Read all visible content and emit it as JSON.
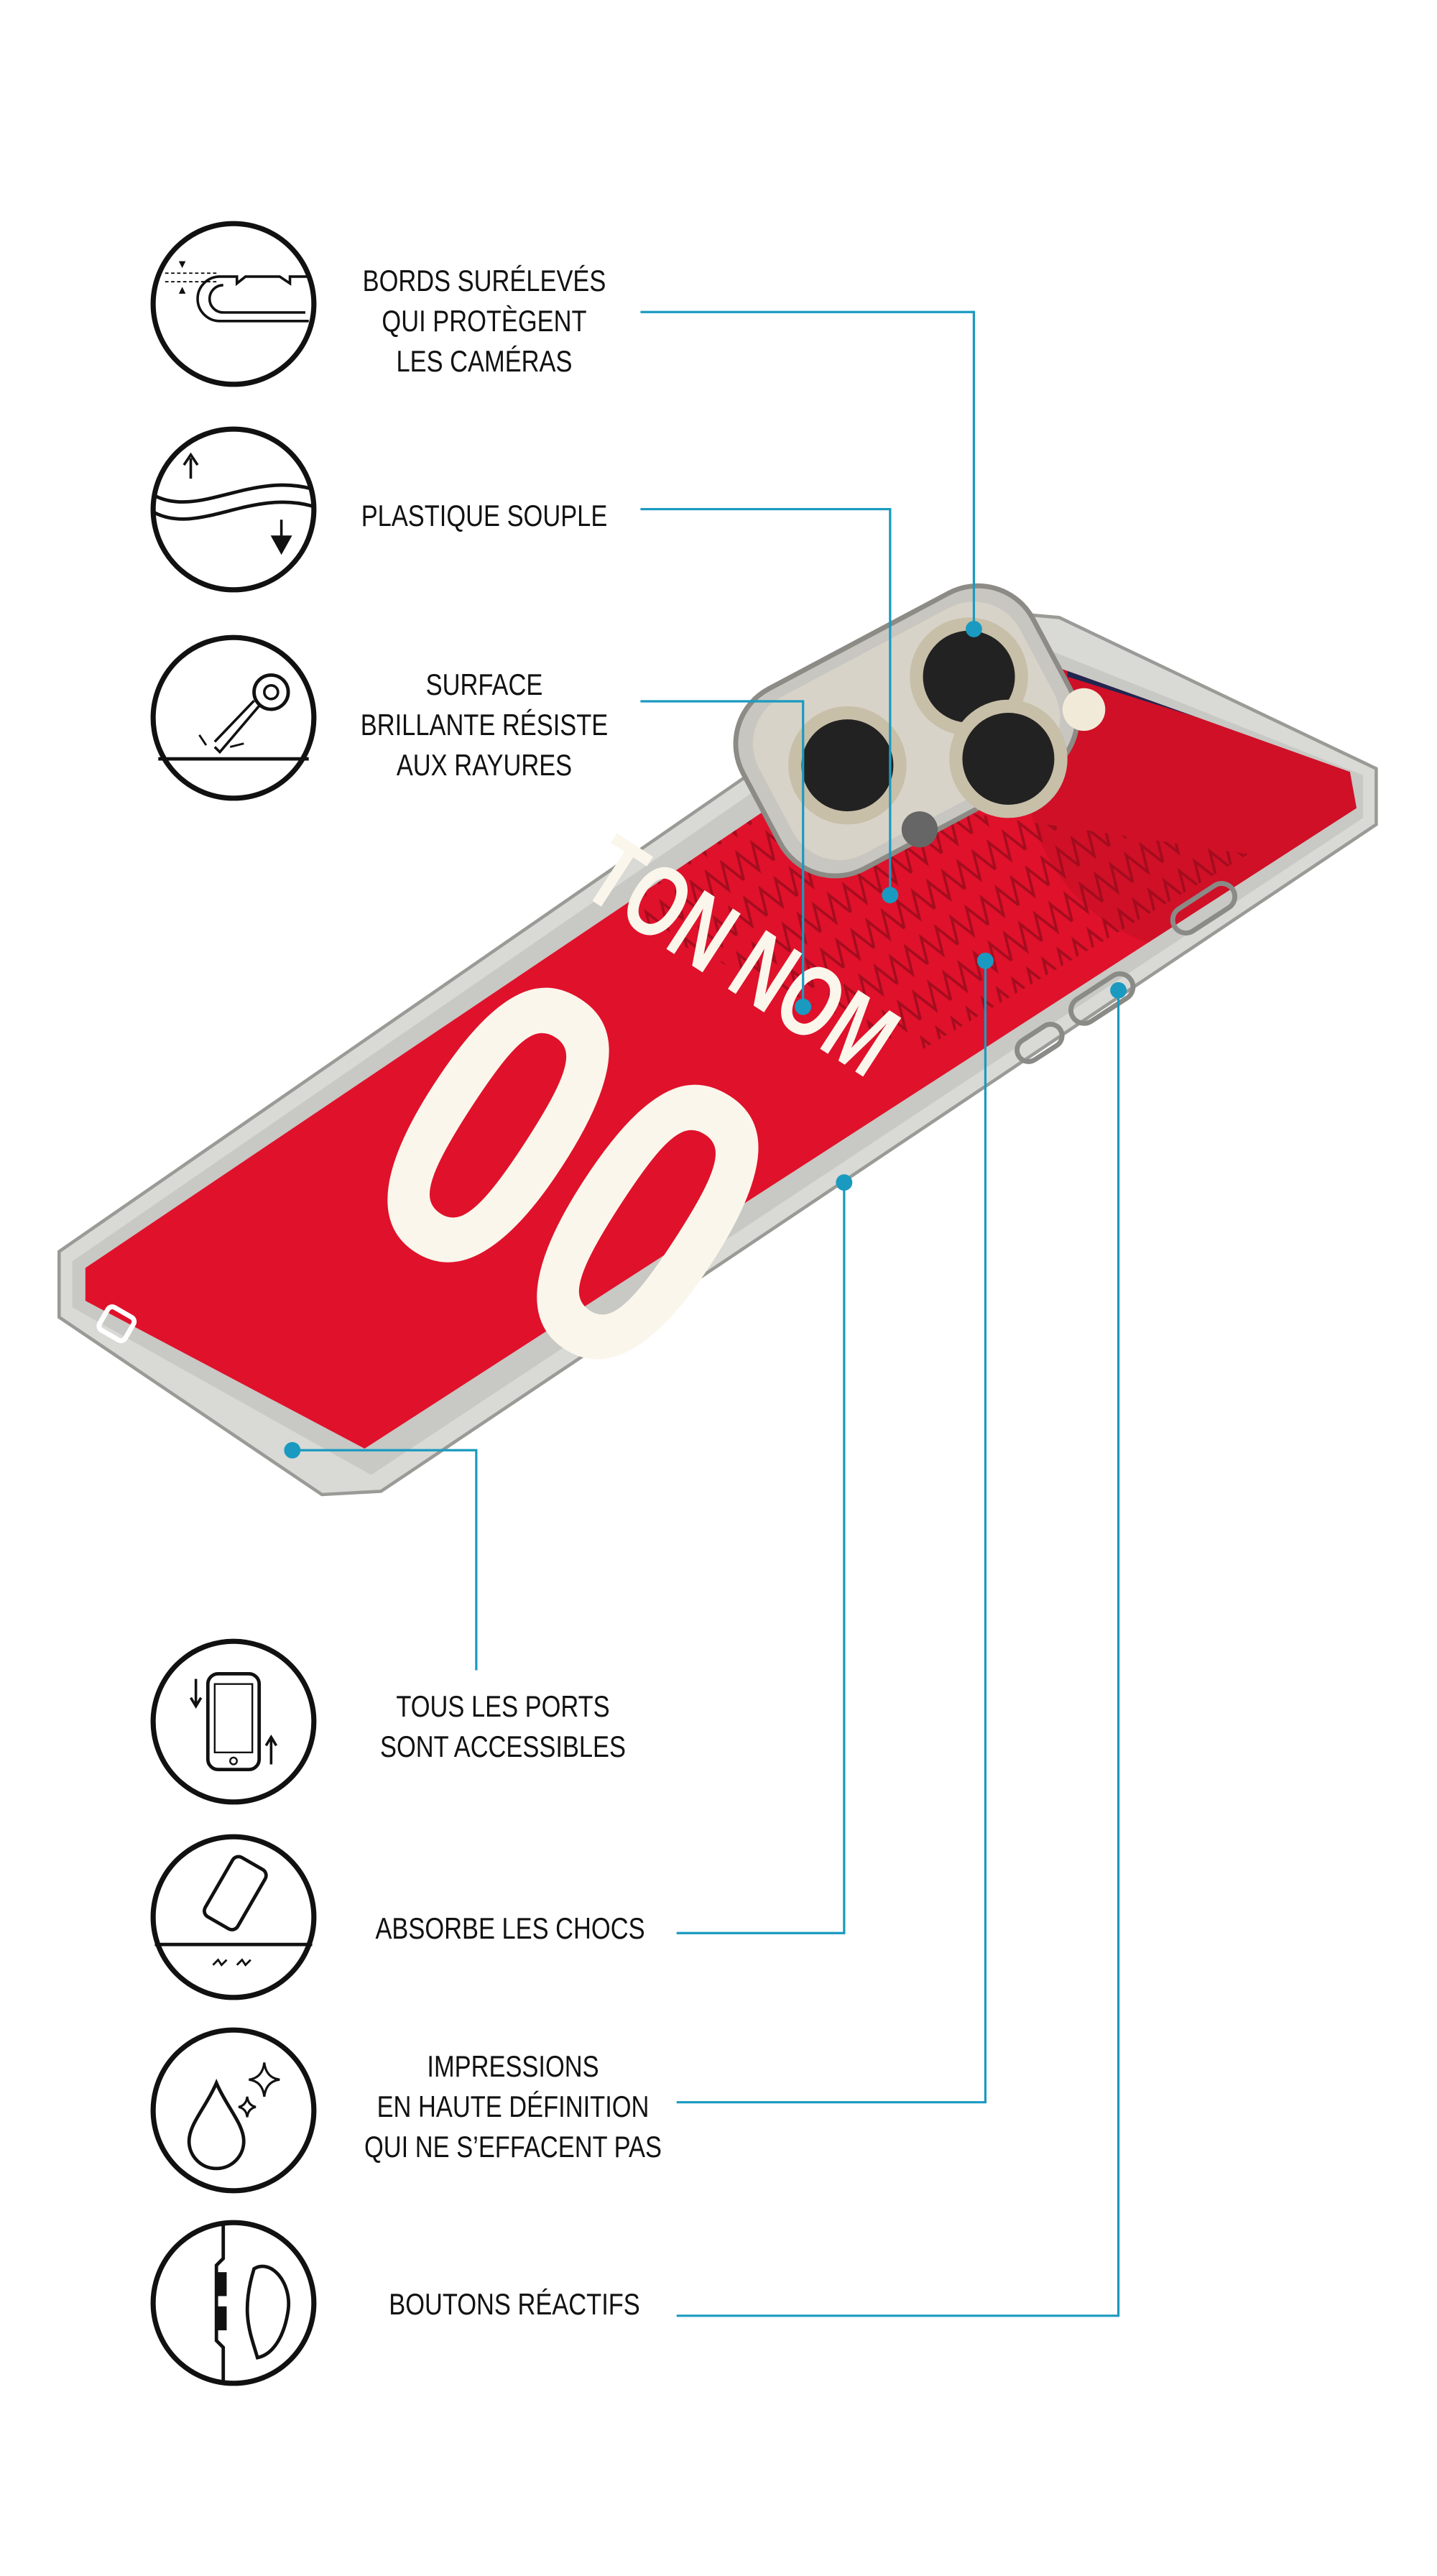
{
  "colors": {
    "leader_line": "#1a9ac0",
    "case_red": "#e0112b",
    "ink": "#111111"
  },
  "features": [
    {
      "icon": "raised-edges-icon",
      "lines": [
        "BORDS SURÉLEVÉS",
        "QUI PROTÈGENT",
        "LES CAMÉRAS"
      ]
    },
    {
      "icon": "flexible-plastic-icon",
      "lines": [
        "PLASTIQUE SOUPLE"
      ]
    },
    {
      "icon": "scratch-resistant-key-icon",
      "lines": [
        "SURFACE",
        "BRILLANTE RÉSISTE",
        "AUX RAYURES"
      ]
    },
    {
      "icon": "phone-ports-icon",
      "lines": [
        "TOUS LES PORTS",
        "SONT ACCESSIBLES"
      ]
    },
    {
      "icon": "shock-absorb-phone-icon",
      "lines": [
        "ABSORBE LES CHOCS"
      ]
    },
    {
      "icon": "ink-drop-sparkle-icon",
      "lines": [
        "IMPRESSIONS",
        "EN HAUTE DÉFINITION",
        "QUI NE S’EFFACENT PAS"
      ]
    },
    {
      "icon": "responsive-buttons-icon",
      "lines": [
        "BOUTONS RÉACTIFS"
      ]
    }
  ],
  "product": {
    "name_text": "TON NOM",
    "number_text": "00"
  }
}
